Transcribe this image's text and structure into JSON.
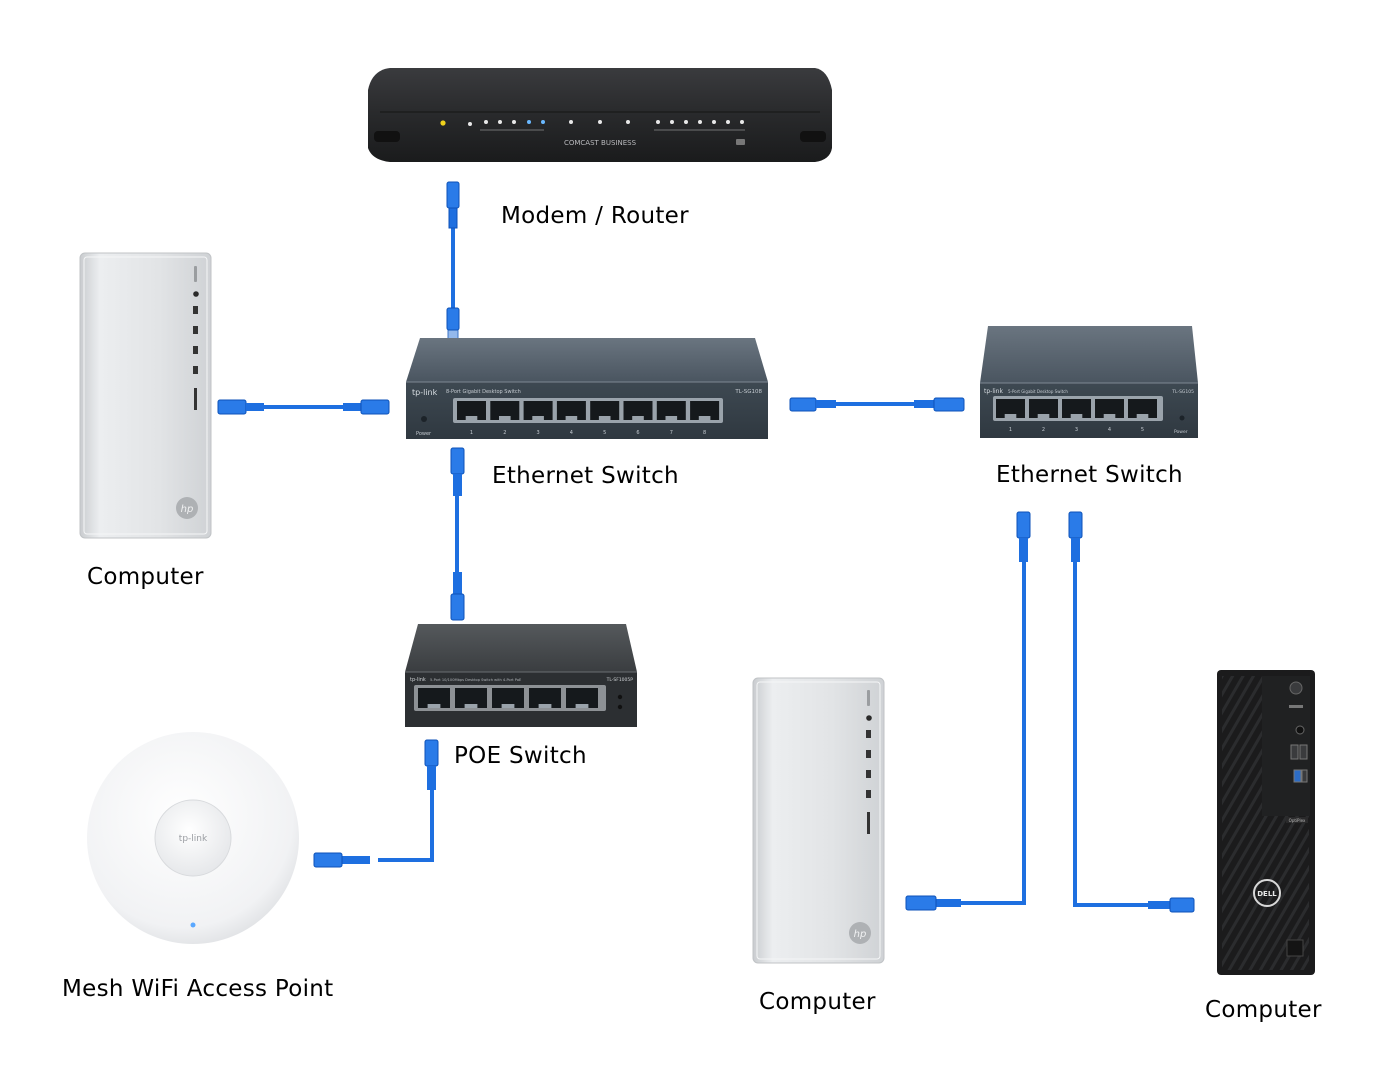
{
  "labels": {
    "router": "Modem / Router",
    "switch_main": "Ethernet Switch",
    "switch_right": "Ethernet Switch",
    "poe_switch": "POE Switch",
    "computer_left": "Computer",
    "access_point": "Mesh WiFi Access Point",
    "computer_hp_bottom": "Computer",
    "computer_dell": "Computer"
  },
  "device_text": {
    "router_brand": "COMCAST BUSINESS",
    "switch_main_brand": "tp-link",
    "switch_main_desc": "8-Port Gigabit Desktop Switch",
    "switch_main_model": "TL-SG108",
    "switch_main_power": "Power",
    "switch_main_ports": [
      "1",
      "2",
      "3",
      "4",
      "5",
      "6",
      "7",
      "8"
    ],
    "switch_right_brand": "tp-link",
    "switch_right_desc": "5-Port Gigabit Desktop Switch",
    "switch_right_model": "TL-SG105",
    "switch_right_power": "Power",
    "switch_right_ports": [
      "1",
      "2",
      "3",
      "4",
      "5"
    ],
    "poe_brand": "tp-link",
    "poe_desc": "5-Port 10/100Mbps Desktop Switch with 4-Port PoE",
    "poe_model": "TL-SF1005P",
    "ap_brand": "tp-link",
    "hp_logo": "hp",
    "dell_logo": "DELL",
    "dell_model": "OptiPlex"
  },
  "colors": {
    "cable": "#1e6fe0",
    "cable_dark": "#0d52b8",
    "router_body": "#2a2b2d",
    "switch_body": "#4a5560",
    "poe_body": "#3a3d40",
    "pc_silver": "#e4e6e8",
    "dell_black": "#1b1b1c",
    "ap_white": "#f4f5f6",
    "label_text": "#000000"
  }
}
